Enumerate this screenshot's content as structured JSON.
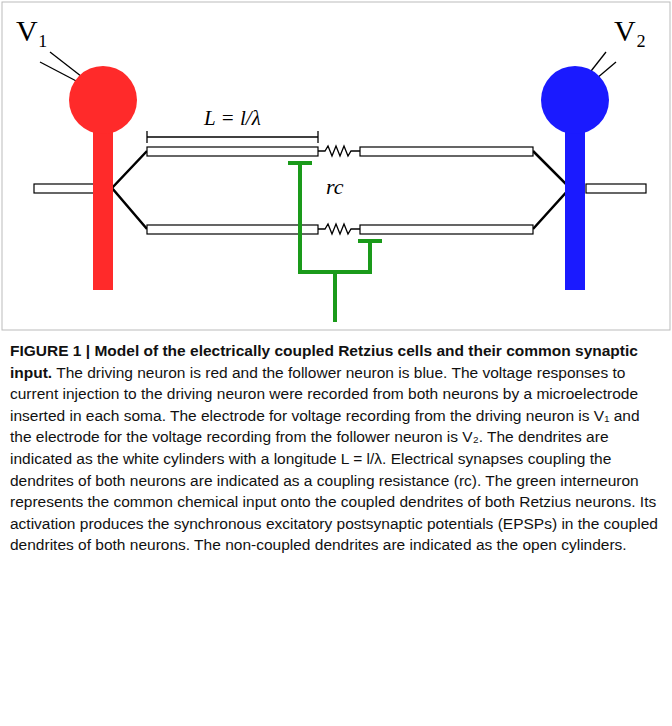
{
  "diagram": {
    "caption": "FIGURE 1 | Model of the electrically coupled Retzius cells and their common synaptic input.",
    "labels": [
      "V₁",
      "V₂",
      "L = l/λ",
      "rc",
      "The driving neuron is red and the follower neuron is blue. The voltage responses to current injection to the driving neuron were recorded from both neurons by a microelectrode inserted in each soma. The electrode for voltage recording from the driving neuron is V₁ and the electrode for the voltage recording from the follower neuron is V₂. The dendrites are indicated as the white cylinders with a longitude L = l/λ. Electrical synapses coupling the dendrites of both neurons are indicated as a coupling resistance (rc). The green interneuron represents the common chemical input onto the coupled dendrites of both Retzius neurons. Its activation produces the synchronous excitatory postsynaptic potentials (EPSPs) in the coupled dendrites of both neurons. The non-coupled dendrites are indicated as the open cylinders."
    ]
  }
}
